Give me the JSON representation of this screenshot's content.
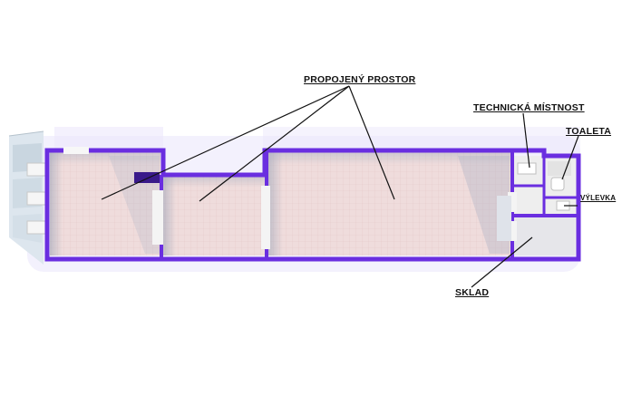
{
  "labels": {
    "connected_space": "PROPOJENÝ PROSTOR",
    "technical_room": "TECHNICKÁ MÍSTNOST",
    "toilet": "TOALETA",
    "sink": "VÝLEVKA",
    "storage": "SKLAD"
  },
  "colors": {
    "wall": "#6a2ee0",
    "floor": "#eed8d8",
    "leader": "#111111"
  }
}
